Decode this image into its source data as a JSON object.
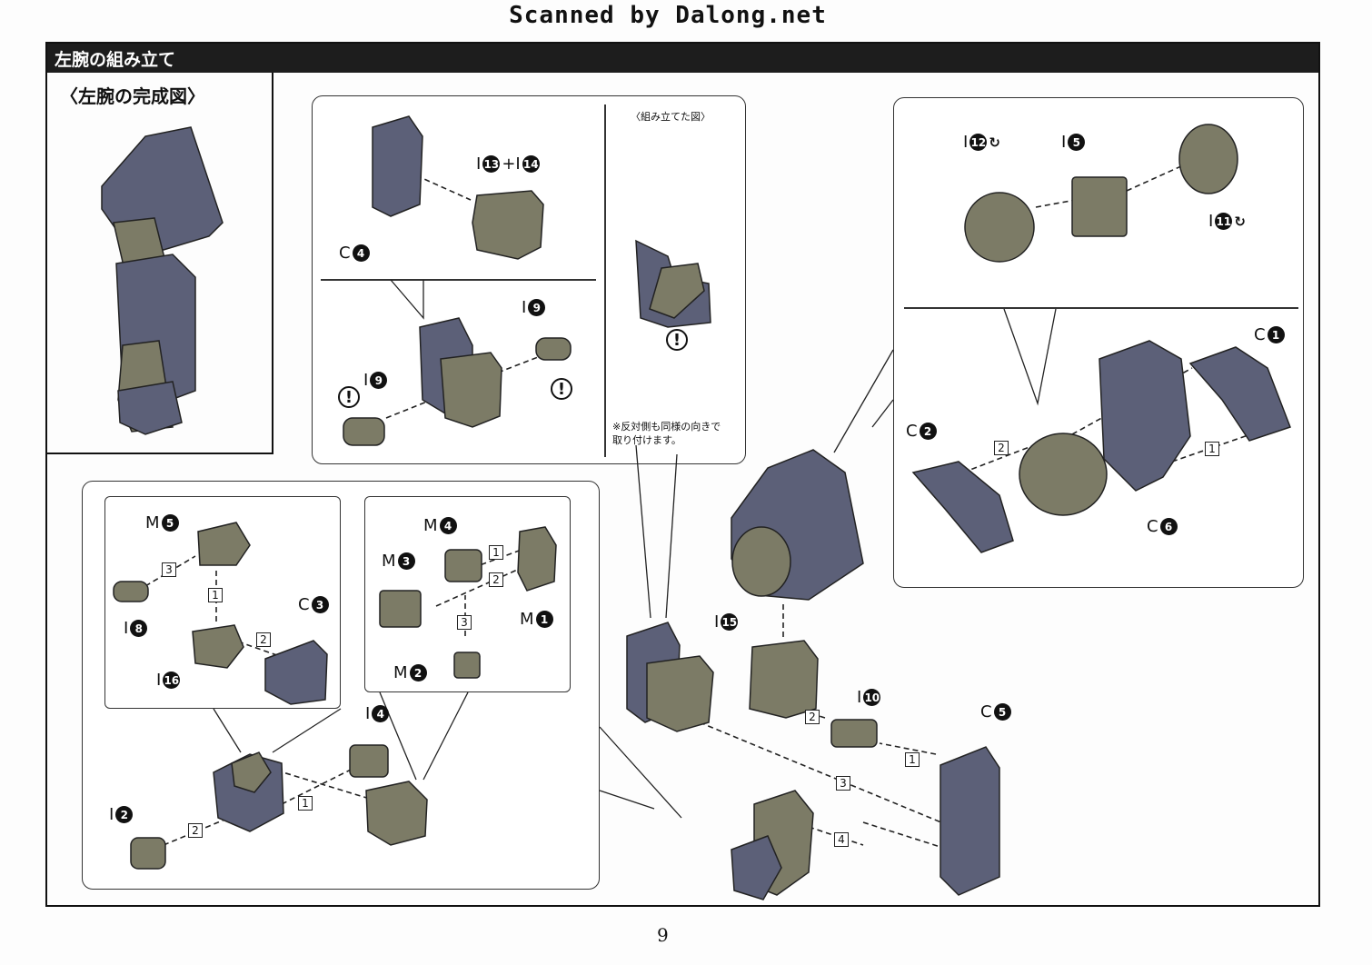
{
  "watermark": "Scanned by Dalong.net",
  "header": {
    "title": "左腕の組み立て"
  },
  "completed": {
    "title": "〈左腕の完成図〉"
  },
  "assembled_view": {
    "title": "〈組み立てた図〉",
    "note_line1": "※反対側も同様の向きで",
    "note_line2": "取り付けます。"
  },
  "caution_mark": "!",
  "rotate_mark": "↻",
  "labels": [
    {
      "id": "c4",
      "runner": "C",
      "n": "4"
    },
    {
      "id": "i13i14",
      "runner": "I",
      "n": "13",
      "plus": "+I",
      "n2": "14"
    },
    {
      "id": "i9a",
      "runner": "I",
      "n": "9"
    },
    {
      "id": "i9b",
      "runner": "I",
      "n": "9"
    },
    {
      "id": "i12",
      "runner": "I",
      "n": "12"
    },
    {
      "id": "i5",
      "runner": "I",
      "n": "5"
    },
    {
      "id": "i11",
      "runner": "I",
      "n": "11"
    },
    {
      "id": "c1",
      "runner": "C",
      "n": "1"
    },
    {
      "id": "c2",
      "runner": "C",
      "n": "2"
    },
    {
      "id": "c6",
      "runner": "C",
      "n": "6"
    },
    {
      "id": "m5",
      "runner": "M",
      "n": "5"
    },
    {
      "id": "c3",
      "runner": "C",
      "n": "3"
    },
    {
      "id": "i8",
      "runner": "I",
      "n": "8"
    },
    {
      "id": "i16",
      "runner": "I",
      "n": "16"
    },
    {
      "id": "m4",
      "runner": "M",
      "n": "4"
    },
    {
      "id": "m3",
      "runner": "M",
      "n": "3"
    },
    {
      "id": "m1",
      "runner": "M",
      "n": "1"
    },
    {
      "id": "m2",
      "runner": "M",
      "n": "2"
    },
    {
      "id": "i4",
      "runner": "I",
      "n": "4"
    },
    {
      "id": "i2",
      "runner": "I",
      "n": "2"
    },
    {
      "id": "i15",
      "runner": "I",
      "n": "15"
    },
    {
      "id": "i10",
      "runner": "I",
      "n": "10"
    },
    {
      "id": "c5",
      "runner": "C",
      "n": "5"
    }
  ],
  "steps": [
    "1",
    "2",
    "3",
    "4"
  ],
  "page_number": "9"
}
